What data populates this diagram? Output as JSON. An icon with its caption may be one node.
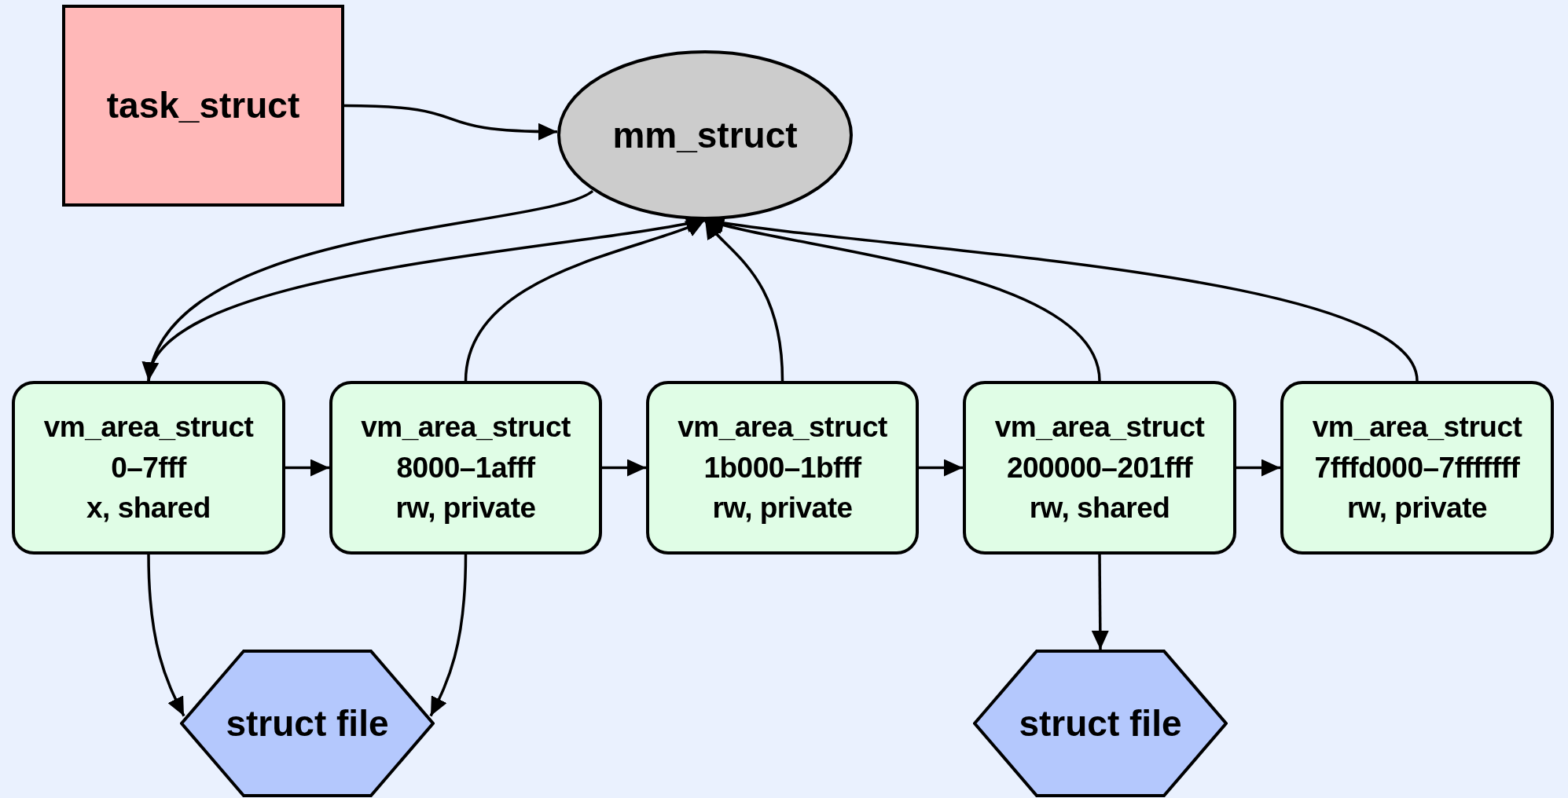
{
  "diagram": {
    "nodes": [
      {
        "text": [
          "task_struct"
        ]
      },
      {
        "text": [
          "mm_struct"
        ]
      },
      {
        "text": [
          "vm_area_struct",
          "0–7fff",
          "x, shared"
        ]
      },
      {
        "text": [
          "vm_area_struct",
          "8000–1afff",
          "rw, private"
        ]
      },
      {
        "text": [
          "vm_area_struct",
          "1b000–1bfff",
          "rw, private"
        ]
      },
      {
        "text": [
          "vm_area_struct",
          "200000–201fff",
          "rw, shared"
        ]
      },
      {
        "text": [
          "vm_area_struct",
          "7fffd000–7fffffff",
          "rw, private"
        ]
      },
      {
        "text": [
          "struct file"
        ]
      },
      {
        "text": [
          "struct file"
        ]
      }
    ],
    "edges": [
      {
        "from": 0,
        "to": 1,
        "arrow": "to"
      },
      {
        "from": 1,
        "to": 2,
        "arrow": "to"
      },
      {
        "from": 2,
        "to": 1,
        "arrow": "to"
      },
      {
        "from": 3,
        "to": 1,
        "arrow": "to"
      },
      {
        "from": 4,
        "to": 1,
        "arrow": "to"
      },
      {
        "from": 5,
        "to": 1,
        "arrow": "to"
      },
      {
        "from": 6,
        "to": 1,
        "arrow": "to"
      },
      {
        "from": 2,
        "to": 3,
        "arrow": "to"
      },
      {
        "from": 3,
        "to": 4,
        "arrow": "to"
      },
      {
        "from": 4,
        "to": 5,
        "arrow": "to"
      },
      {
        "from": 5,
        "to": 6,
        "arrow": "to"
      },
      {
        "from": 2,
        "to": 7,
        "arrow": "to"
      },
      {
        "from": 3,
        "to": 7,
        "arrow": "to"
      },
      {
        "from": 5,
        "to": 8,
        "arrow": "to"
      }
    ]
  }
}
